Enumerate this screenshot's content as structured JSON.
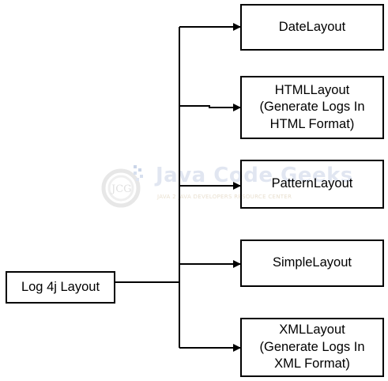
{
  "root": {
    "label": "Log 4j Layout"
  },
  "layouts": [
    {
      "lines": [
        "DateLayout"
      ]
    },
    {
      "lines": [
        "HTMLLayout",
        "(Generate Logs In",
        "HTML Format)"
      ]
    },
    {
      "lines": [
        "PatternLayout"
      ]
    },
    {
      "lines": [
        "SimpleLayout"
      ]
    },
    {
      "lines": [
        "XMLLayout",
        "(Generate Logs In",
        "XML Format)"
      ]
    }
  ],
  "watermark": {
    "logo": "JCG",
    "name": "Java Code Geeks",
    "tagline": "JAVA 2 JAVA DEVELOPERS RESOURCE CENTER"
  },
  "colors": {
    "stroke": "#000000",
    "background": "#ffffff"
  }
}
